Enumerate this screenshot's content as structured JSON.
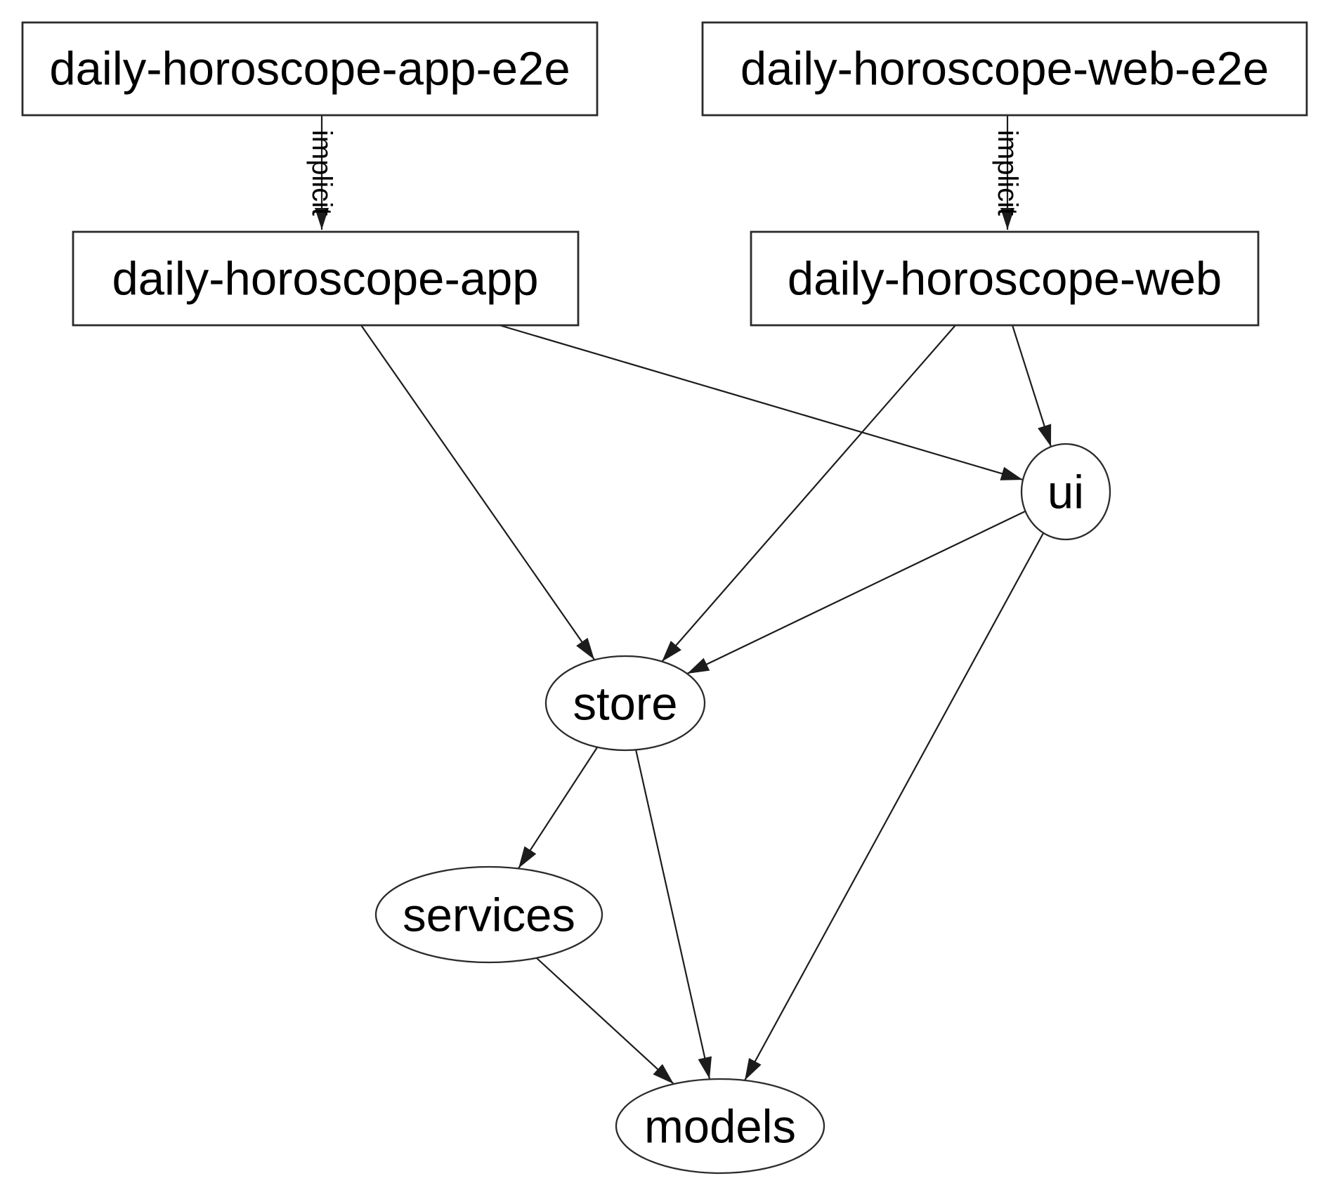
{
  "diagram": {
    "type": "dependency-graph",
    "background": "#ffffff",
    "colors": {
      "node_fill": "#ffffff",
      "node_border": "#2b2b2b",
      "edge": "#1c1c1c",
      "text": "#000000"
    },
    "nodes": [
      {
        "id": "daily-horoscope-app-e2e",
        "label": "daily-horoscope-app-e2e",
        "shape": "rect"
      },
      {
        "id": "daily-horoscope-web-e2e",
        "label": "daily-horoscope-web-e2e",
        "shape": "rect"
      },
      {
        "id": "daily-horoscope-app",
        "label": "daily-horoscope-app",
        "shape": "rect"
      },
      {
        "id": "daily-horoscope-web",
        "label": "daily-horoscope-web",
        "shape": "rect"
      },
      {
        "id": "ui",
        "label": "ui",
        "shape": "ellipse"
      },
      {
        "id": "store",
        "label": "store",
        "shape": "ellipse"
      },
      {
        "id": "services",
        "label": "services",
        "shape": "ellipse"
      },
      {
        "id": "models",
        "label": "models",
        "shape": "ellipse"
      }
    ],
    "edges": [
      {
        "from": "daily-horoscope-app-e2e",
        "to": "daily-horoscope-app",
        "label": "implicit"
      },
      {
        "from": "daily-horoscope-web-e2e",
        "to": "daily-horoscope-web",
        "label": "implicit"
      },
      {
        "from": "daily-horoscope-app",
        "to": "store",
        "label": ""
      },
      {
        "from": "daily-horoscope-app",
        "to": "ui",
        "label": ""
      },
      {
        "from": "daily-horoscope-web",
        "to": "ui",
        "label": ""
      },
      {
        "from": "daily-horoscope-web",
        "to": "store",
        "label": ""
      },
      {
        "from": "ui",
        "to": "store",
        "label": ""
      },
      {
        "from": "ui",
        "to": "models",
        "label": ""
      },
      {
        "from": "store",
        "to": "services",
        "label": ""
      },
      {
        "from": "store",
        "to": "models",
        "label": ""
      },
      {
        "from": "services",
        "to": "models",
        "label": ""
      }
    ]
  }
}
